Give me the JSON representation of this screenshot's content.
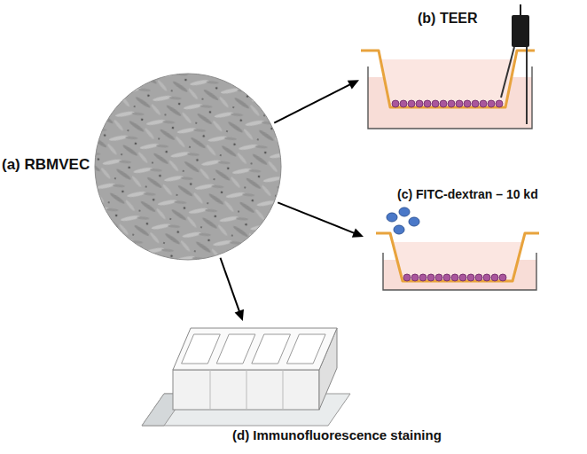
{
  "diagram": {
    "nodes": [
      {
        "text": [
          "(a) RBMVEC"
        ]
      },
      {
        "text": [
          "(b) TEER"
        ]
      },
      {
        "text": [
          "(c) FITC-dextran – 10 kd"
        ]
      },
      {
        "text": [
          "(d) Immunofluorescence staining"
        ]
      }
    ],
    "edges": [
      {
        "from": 0,
        "to": 1,
        "arrow": "to"
      },
      {
        "from": 0,
        "to": 2,
        "arrow": "to"
      },
      {
        "from": 0,
        "to": 3,
        "arrow": "to"
      }
    ]
  }
}
